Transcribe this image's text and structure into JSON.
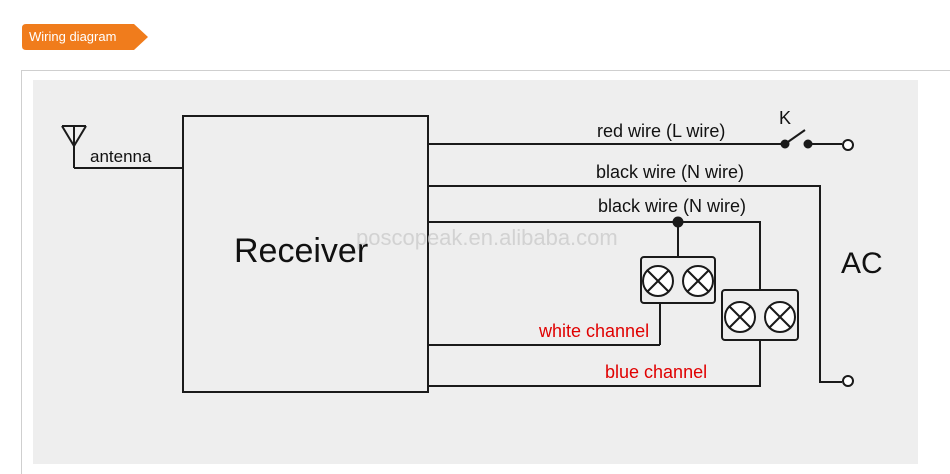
{
  "header": {
    "tag_label": "Wiring diagram"
  },
  "diagram": {
    "antenna_label": "antenna",
    "receiver_label": "Receiver",
    "switch_label": "K",
    "red_wire_label": "red wire (L wire)",
    "black_wire_label_1": "black wire (N wire)",
    "black_wire_label_2": "black wire (N wire)",
    "white_channel_label": "white channel",
    "blue_channel_label": "blue channel",
    "ac_label": "AC",
    "watermark": "poscopeak.en.alibaba.com"
  },
  "colors": {
    "accent": "#f07c1c",
    "channel_text": "#e00000",
    "line": "#1a1a1a",
    "panel": "#eeeeee"
  }
}
